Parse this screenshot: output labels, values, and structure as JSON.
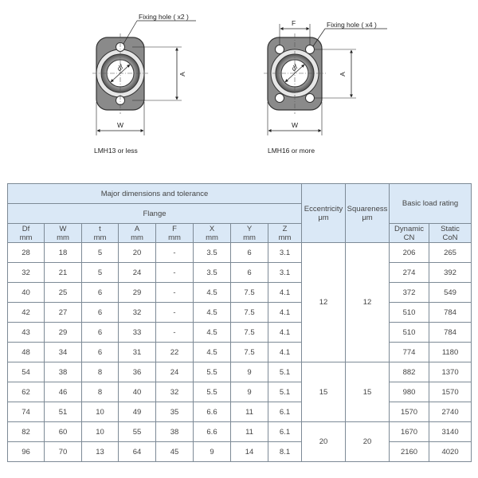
{
  "drawings": {
    "left": {
      "fixing_label": "Fixing hole ( x2 )",
      "dim_a": "A",
      "dim_w": "W",
      "dim_df": "df",
      "caption": "LMH13 or less"
    },
    "right": {
      "fixing_label": "Fixing hole ( x4 )",
      "dim_f": "F",
      "dim_a": "A",
      "dim_w": "W",
      "dim_df": "df",
      "caption": "LMH16 or more"
    }
  },
  "table": {
    "group_major": "Major dimensions and tolerance",
    "group_flange": "Flange",
    "eccentricity": {
      "label": "Eccentricity",
      "unit": "μm"
    },
    "squareness": {
      "label": "Squareness",
      "unit": "μm"
    },
    "load_rating": "Basic load rating",
    "columns": [
      {
        "label": "Df",
        "unit": "mm"
      },
      {
        "label": "W",
        "unit": "mm"
      },
      {
        "label": "t",
        "unit": "mm"
      },
      {
        "label": "A",
        "unit": "mm"
      },
      {
        "label": "F",
        "unit": "mm"
      },
      {
        "label": "X",
        "unit": "mm"
      },
      {
        "label": "Y",
        "unit": "mm"
      },
      {
        "label": "Z",
        "unit": "mm"
      }
    ],
    "load_columns": [
      {
        "label": "Dynamic",
        "unit": "CN"
      },
      {
        "label": "Static",
        "unit": "CoN"
      }
    ],
    "rows": [
      {
        "cells": [
          "28",
          "18",
          "5",
          "20",
          "-",
          "3.5",
          "6",
          "3.1"
        ],
        "dynamic": "206",
        "static": "265"
      },
      {
        "cells": [
          "32",
          "21",
          "5",
          "24",
          "-",
          "3.5",
          "6",
          "3.1"
        ],
        "dynamic": "274",
        "static": "392"
      },
      {
        "cells": [
          "40",
          "25",
          "6",
          "29",
          "-",
          "4.5",
          "7.5",
          "4.1"
        ],
        "dynamic": "372",
        "static": "549"
      },
      {
        "cells": [
          "42",
          "27",
          "6",
          "32",
          "-",
          "4.5",
          "7.5",
          "4.1"
        ],
        "dynamic": "510",
        "static": "784"
      },
      {
        "cells": [
          "43",
          "29",
          "6",
          "33",
          "-",
          "4.5",
          "7.5",
          "4.1"
        ],
        "dynamic": "510",
        "static": "784"
      },
      {
        "cells": [
          "48",
          "34",
          "6",
          "31",
          "22",
          "4.5",
          "7.5",
          "4.1"
        ],
        "dynamic": "774",
        "static": "1180"
      },
      {
        "cells": [
          "54",
          "38",
          "8",
          "36",
          "24",
          "5.5",
          "9",
          "5.1"
        ],
        "dynamic": "882",
        "static": "1370"
      },
      {
        "cells": [
          "62",
          "46",
          "8",
          "40",
          "32",
          "5.5",
          "9",
          "5.1"
        ],
        "dynamic": "980",
        "static": "1570"
      },
      {
        "cells": [
          "74",
          "51",
          "10",
          "49",
          "35",
          "6.6",
          "11",
          "6.1"
        ],
        "dynamic": "1570",
        "static": "2740"
      },
      {
        "cells": [
          "82",
          "60",
          "10",
          "55",
          "38",
          "6.6",
          "11",
          "6.1"
        ],
        "dynamic": "1670",
        "static": "3140"
      },
      {
        "cells": [
          "96",
          "70",
          "13",
          "64",
          "45",
          "9",
          "14",
          "8.1"
        ],
        "dynamic": "2160",
        "static": "4020"
      }
    ],
    "groups": [
      {
        "eccentricity": "12",
        "squareness": "12"
      },
      {
        "eccentricity": "15",
        "squareness": "15"
      },
      {
        "eccentricity": "20",
        "squareness": "20"
      }
    ]
  }
}
